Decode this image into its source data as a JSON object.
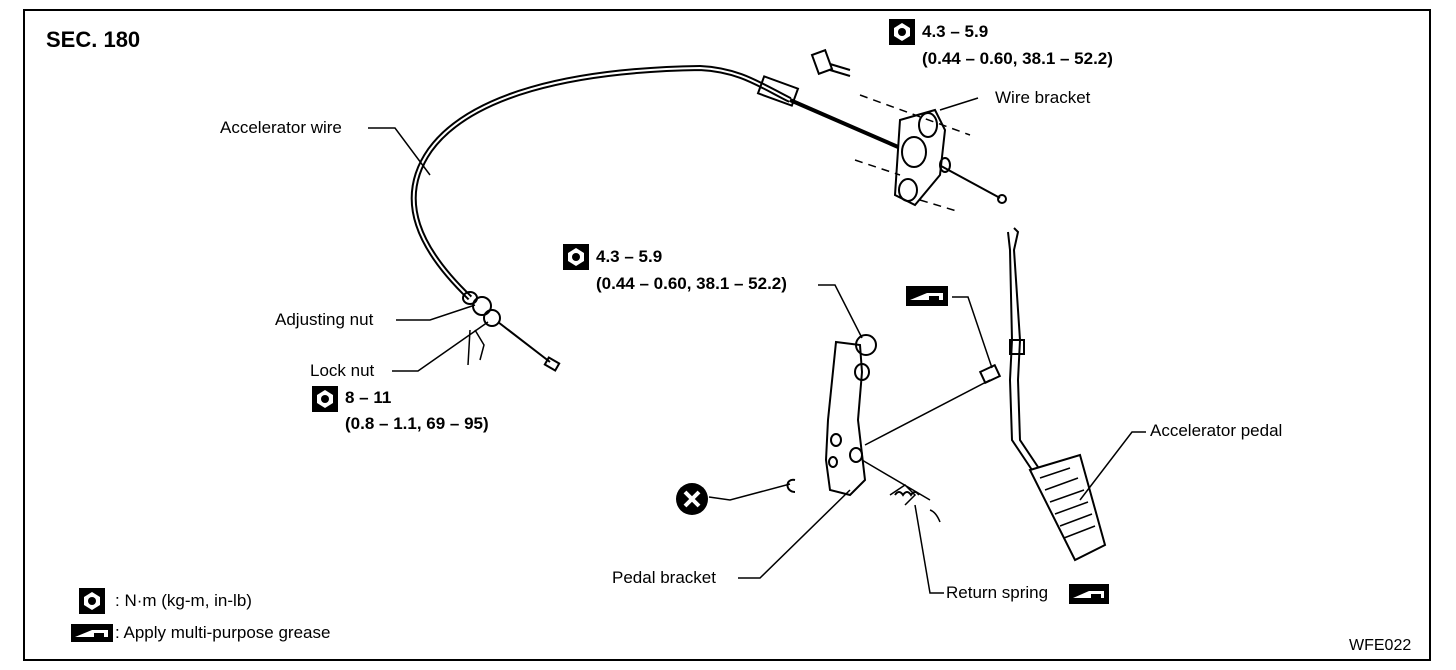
{
  "section": "SEC. 180",
  "figure_id": "WFE022",
  "labels": {
    "accelerator_wire": "Accelerator wire",
    "wire_bracket": "Wire bracket",
    "adjusting_nut": "Adjusting nut",
    "lock_nut": "Lock nut",
    "accelerator_pedal": "Accelerator pedal",
    "pedal_bracket": "Pedal bracket",
    "return_spring": "Return spring"
  },
  "torques": {
    "wire_bracket_bolt": {
      "nm": "4.3 – 5.9",
      "alt": "(0.44 – 0.60, 38.1 – 52.2)"
    },
    "pedal_bracket_nut": {
      "nm": "4.3 – 5.9",
      "alt": "(0.44 – 0.60, 38.1 – 52.2)"
    },
    "lock_nut": {
      "nm": "8 – 11",
      "alt": "(0.8 – 1.1, 69 – 95)"
    }
  },
  "legend": {
    "torque": ": N·m (kg-m, in-lb)",
    "grease": ": Apply multi-purpose grease"
  },
  "icons": {
    "torque": "torque-wrench-icon",
    "grease": "grease-gun-icon",
    "replace": "do-not-reuse-icon"
  }
}
